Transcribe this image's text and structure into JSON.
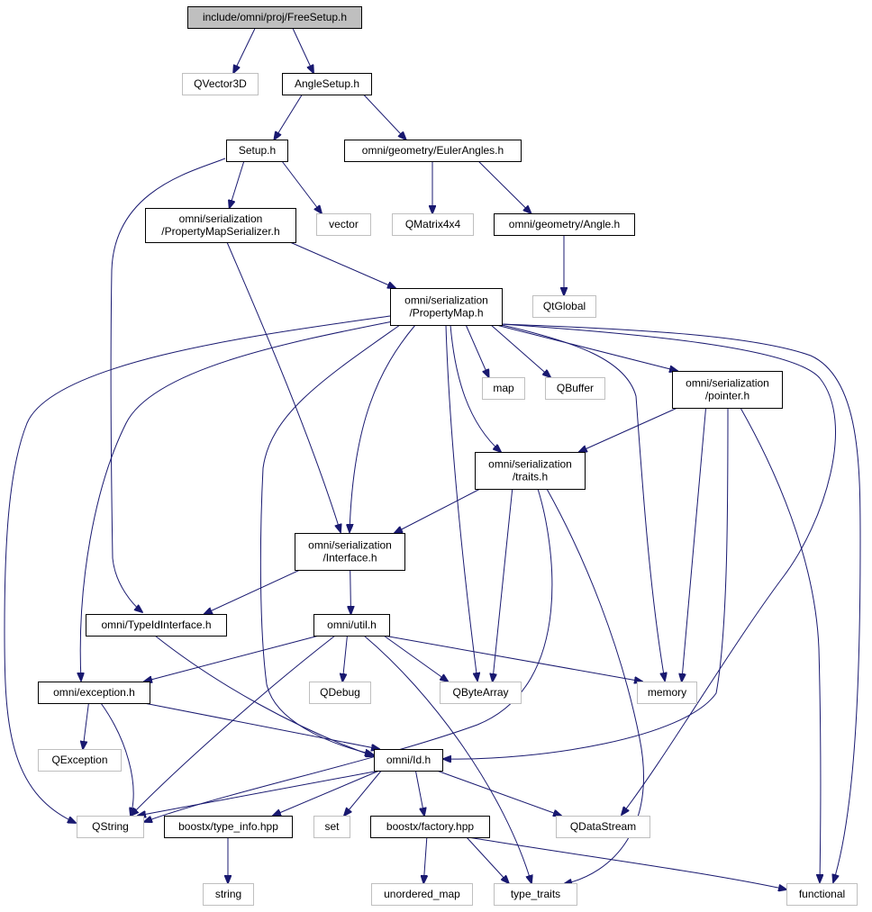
{
  "diagram": {
    "root": "FreeSetup",
    "colors": {
      "edge": "#191970",
      "root_fill": "#bfbfbf",
      "external_border": "#bfbfbf",
      "header_border": "#000000"
    },
    "nodes": [
      {
        "id": "FreeSetup",
        "lines": [
          "include/omni/proj/FreeSetup.h"
        ],
        "kind": "root"
      },
      {
        "id": "QVector3D",
        "lines": [
          "QVector3D"
        ],
        "kind": "external"
      },
      {
        "id": "AngleSetup",
        "lines": [
          "AngleSetup.h"
        ],
        "kind": "header"
      },
      {
        "id": "Setup",
        "lines": [
          "Setup.h"
        ],
        "kind": "header"
      },
      {
        "id": "EulerAngles",
        "lines": [
          "omni/geometry/EulerAngles.h"
        ],
        "kind": "header"
      },
      {
        "id": "PropertyMapSerializer",
        "lines": [
          "omni/serialization",
          "/PropertyMapSerializer.h"
        ],
        "kind": "header"
      },
      {
        "id": "vector",
        "lines": [
          "vector"
        ],
        "kind": "external"
      },
      {
        "id": "QMatrix4x4",
        "lines": [
          "QMatrix4x4"
        ],
        "kind": "external"
      },
      {
        "id": "Angle",
        "lines": [
          "omni/geometry/Angle.h"
        ],
        "kind": "header"
      },
      {
        "id": "QtGlobal",
        "lines": [
          "QtGlobal"
        ],
        "kind": "external"
      },
      {
        "id": "PropertyMap",
        "lines": [
          "omni/serialization",
          "/PropertyMap.h"
        ],
        "kind": "header"
      },
      {
        "id": "map",
        "lines": [
          "map"
        ],
        "kind": "external"
      },
      {
        "id": "QBuffer",
        "lines": [
          "QBuffer"
        ],
        "kind": "external"
      },
      {
        "id": "pointer",
        "lines": [
          "omni/serialization",
          "/pointer.h"
        ],
        "kind": "header"
      },
      {
        "id": "traits",
        "lines": [
          "omni/serialization",
          "/traits.h"
        ],
        "kind": "header"
      },
      {
        "id": "Interface",
        "lines": [
          "omni/serialization",
          "/Interface.h"
        ],
        "kind": "header"
      },
      {
        "id": "TypeIdInterface",
        "lines": [
          "omni/TypeIdInterface.h"
        ],
        "kind": "header"
      },
      {
        "id": "util",
        "lines": [
          "omni/util.h"
        ],
        "kind": "header"
      },
      {
        "id": "exception",
        "lines": [
          "omni/exception.h"
        ],
        "kind": "header"
      },
      {
        "id": "QDebug",
        "lines": [
          "QDebug"
        ],
        "kind": "external"
      },
      {
        "id": "QByteArray",
        "lines": [
          "QByteArray"
        ],
        "kind": "external"
      },
      {
        "id": "memory",
        "lines": [
          "memory"
        ],
        "kind": "external"
      },
      {
        "id": "QException",
        "lines": [
          "QException"
        ],
        "kind": "external"
      },
      {
        "id": "Id",
        "lines": [
          "omni/Id.h"
        ],
        "kind": "header"
      },
      {
        "id": "QString",
        "lines": [
          "QString"
        ],
        "kind": "external"
      },
      {
        "id": "type_info",
        "lines": [
          "boostx/type_info.hpp"
        ],
        "kind": "header"
      },
      {
        "id": "set",
        "lines": [
          "set"
        ],
        "kind": "external"
      },
      {
        "id": "factory",
        "lines": [
          "boostx/factory.hpp"
        ],
        "kind": "header"
      },
      {
        "id": "QDataStream",
        "lines": [
          "QDataStream"
        ],
        "kind": "external"
      },
      {
        "id": "string",
        "lines": [
          "string"
        ],
        "kind": "external"
      },
      {
        "id": "unordered_map",
        "lines": [
          "unordered_map"
        ],
        "kind": "external"
      },
      {
        "id": "type_traits",
        "lines": [
          "type_traits"
        ],
        "kind": "external"
      },
      {
        "id": "functional",
        "lines": [
          "functional"
        ],
        "kind": "external"
      }
    ],
    "edges": [
      [
        "FreeSetup",
        "QVector3D"
      ],
      [
        "FreeSetup",
        "AngleSetup"
      ],
      [
        "AngleSetup",
        "Setup"
      ],
      [
        "AngleSetup",
        "EulerAngles"
      ],
      [
        "Setup",
        "PropertyMapSerializer"
      ],
      [
        "Setup",
        "vector"
      ],
      [
        "Setup",
        "TypeIdInterface"
      ],
      [
        "EulerAngles",
        "QMatrix4x4"
      ],
      [
        "EulerAngles",
        "Angle"
      ],
      [
        "Angle",
        "QtGlobal"
      ],
      [
        "PropertyMapSerializer",
        "PropertyMap"
      ],
      [
        "PropertyMapSerializer",
        "Interface"
      ],
      [
        "PropertyMap",
        "QString"
      ],
      [
        "PropertyMap",
        "exception"
      ],
      [
        "PropertyMap",
        "Id"
      ],
      [
        "PropertyMap",
        "Interface"
      ],
      [
        "PropertyMap",
        "QByteArray"
      ],
      [
        "PropertyMap",
        "traits"
      ],
      [
        "PropertyMap",
        "map"
      ],
      [
        "PropertyMap",
        "QBuffer"
      ],
      [
        "PropertyMap",
        "memory"
      ],
      [
        "PropertyMap",
        "pointer"
      ],
      [
        "PropertyMap",
        "QDataStream"
      ],
      [
        "PropertyMap",
        "functional"
      ],
      [
        "pointer",
        "traits"
      ],
      [
        "pointer",
        "memory"
      ],
      [
        "pointer",
        "Id"
      ],
      [
        "pointer",
        "functional"
      ],
      [
        "traits",
        "Interface"
      ],
      [
        "traits",
        "QByteArray"
      ],
      [
        "traits",
        "QString"
      ],
      [
        "traits",
        "type_traits"
      ],
      [
        "Interface",
        "TypeIdInterface"
      ],
      [
        "Interface",
        "util"
      ],
      [
        "TypeIdInterface",
        "Id"
      ],
      [
        "util",
        "exception"
      ],
      [
        "util",
        "QString"
      ],
      [
        "util",
        "QDebug"
      ],
      [
        "util",
        "QByteArray"
      ],
      [
        "util",
        "memory"
      ],
      [
        "util",
        "type_traits"
      ],
      [
        "exception",
        "QException"
      ],
      [
        "exception",
        "QString"
      ],
      [
        "exception",
        "Id"
      ],
      [
        "Id",
        "QString"
      ],
      [
        "Id",
        "type_info"
      ],
      [
        "Id",
        "set"
      ],
      [
        "Id",
        "factory"
      ],
      [
        "Id",
        "QDataStream"
      ],
      [
        "type_info",
        "string"
      ],
      [
        "factory",
        "unordered_map"
      ],
      [
        "factory",
        "type_traits"
      ],
      [
        "factory",
        "functional"
      ]
    ]
  }
}
